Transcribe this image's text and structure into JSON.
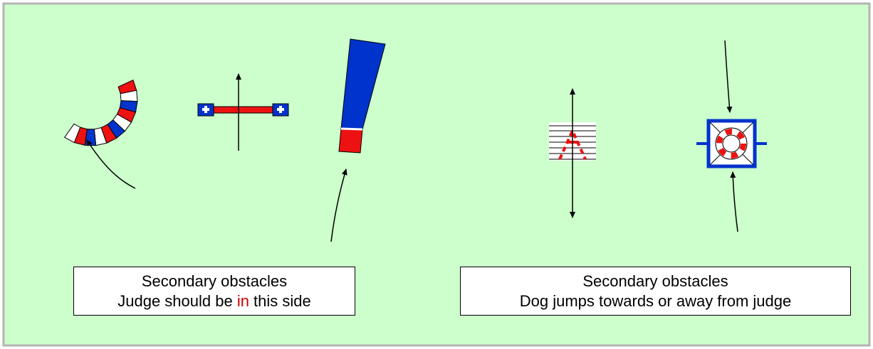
{
  "colors": {
    "background": "#ccffcc",
    "border": "#b4b4b4",
    "blue": "#0033cc",
    "red": "#ee1111",
    "white": "#ffffff",
    "arrow": "#000000"
  },
  "obstacles": [
    {
      "name": "tyre-arc",
      "icon": "curved-tunnel-icon"
    },
    {
      "name": "long-jump-bar",
      "icon": "hurdle-bar-icon"
    },
    {
      "name": "tunnel",
      "icon": "tunnel-icon"
    },
    {
      "name": "stacked-jump",
      "icon": "spread-jump-icon"
    },
    {
      "name": "tyre-frame",
      "icon": "tyre-jump-icon"
    }
  ],
  "captions": {
    "left": {
      "line1": "Secondary obstacles",
      "line2_prefix": "Judge should be ",
      "line2_highlight": "in",
      "line2_suffix": " this side"
    },
    "right": {
      "line1": "Secondary obstacles",
      "line2": "Dog jumps towards or away from judge"
    }
  }
}
